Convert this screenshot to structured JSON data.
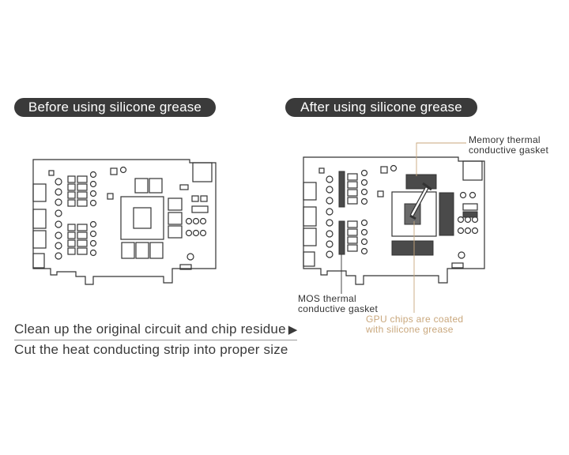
{
  "headers": {
    "before": "Before using silicone grease",
    "after": "After using silicone grease"
  },
  "labels": {
    "memory_line1": "Memory thermal",
    "memory_line2": "conductive gasket",
    "mos_line1": "MOS thermal",
    "mos_line2": "conductive gasket",
    "gpu_line1": "GPU chips are coated",
    "gpu_line2": "with silicone grease"
  },
  "steps": {
    "step1": "Clean up the original circuit and chip residue",
    "step1_arrow": "▶",
    "step2": "Cut the heat conducting strip into proper size"
  },
  "colors": {
    "pill_bg": "#3a3a3a",
    "board_line": "#333333",
    "gasket": "#4a4a4a",
    "gpu_label": "#c9a77c",
    "leader_gold": "#c9a77c"
  }
}
